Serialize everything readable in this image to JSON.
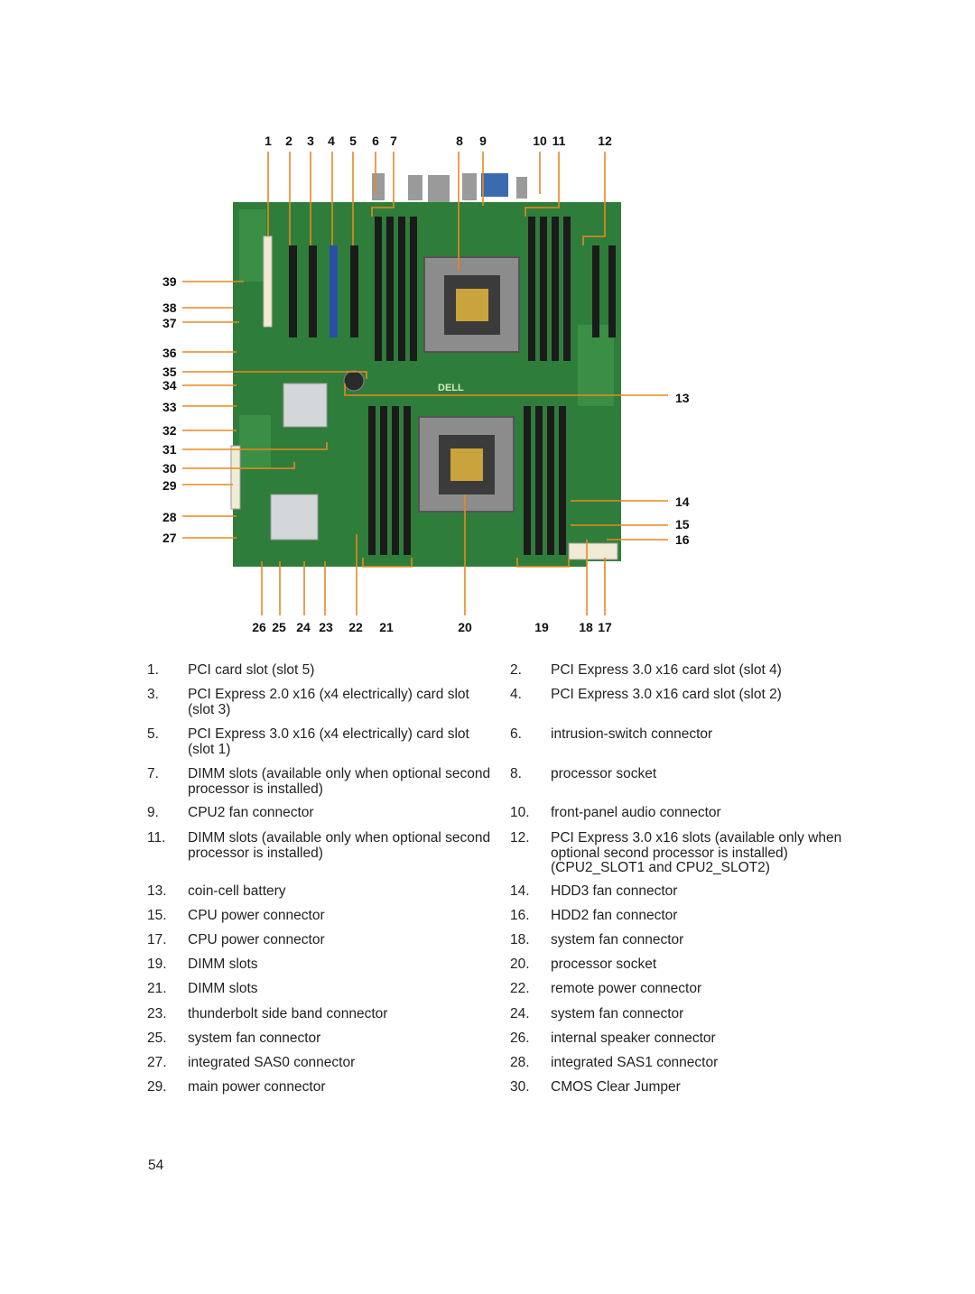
{
  "callouts": {
    "top": [
      "1",
      "2",
      "3",
      "4",
      "5",
      "6",
      "7",
      "8",
      "9",
      "10",
      "11",
      "12"
    ],
    "left": [
      "39",
      "38",
      "37",
      "36",
      "35",
      "34",
      "33",
      "32",
      "31",
      "30",
      "29",
      "28",
      "27"
    ],
    "right": [
      "13",
      "14",
      "15",
      "16"
    ],
    "bottom": [
      "26",
      "25",
      "24",
      "23",
      "22",
      "21",
      "20",
      "19",
      "18",
      "17"
    ]
  },
  "legend": [
    {
      "num": "1.",
      "text": "PCI card slot (slot 5)"
    },
    {
      "num": "2.",
      "text": "PCI Express 3.0 x16 card slot (slot 4)"
    },
    {
      "num": "3.",
      "text": "PCI Express 2.0 x16 (x4 electrically) card slot (slot 3)"
    },
    {
      "num": "4.",
      "text": "PCI Express 3.0 x16 card slot (slot 2)"
    },
    {
      "num": "5.",
      "text": "PCI Express 3.0 x16 (x4 electrically) card slot (slot 1)"
    },
    {
      "num": "6.",
      "text": "intrusion-switch connector"
    },
    {
      "num": "7.",
      "text": "DIMM slots (available only when optional second processor is installed)"
    },
    {
      "num": "8.",
      "text": "processor socket"
    },
    {
      "num": "9.",
      "text": "CPU2 fan connector"
    },
    {
      "num": "10.",
      "text": "front-panel audio connector"
    },
    {
      "num": "11.",
      "text": "DIMM slots (available only when optional second processor is installed)"
    },
    {
      "num": "12.",
      "text": "PCI Express 3.0 x16 slots (available only when optional second processor is installed) (CPU2_SLOT1 and CPU2_SLOT2)"
    },
    {
      "num": "13.",
      "text": "coin-cell battery"
    },
    {
      "num": "14.",
      "text": "HDD3 fan connector"
    },
    {
      "num": "15.",
      "text": "CPU power connector"
    },
    {
      "num": "16.",
      "text": "HDD2 fan connector"
    },
    {
      "num": "17.",
      "text": "CPU power connector"
    },
    {
      "num": "18.",
      "text": "system fan connector"
    },
    {
      "num": "19.",
      "text": "DIMM slots"
    },
    {
      "num": "20.",
      "text": "processor socket"
    },
    {
      "num": "21.",
      "text": "DIMM slots"
    },
    {
      "num": "22.",
      "text": "remote power connector"
    },
    {
      "num": "23.",
      "text": "thunderbolt side band connector"
    },
    {
      "num": "24.",
      "text": "system fan connector"
    },
    {
      "num": "25.",
      "text": "system fan connector"
    },
    {
      "num": "26.",
      "text": "internal speaker connector"
    },
    {
      "num": "27.",
      "text": "integrated SAS0 connector"
    },
    {
      "num": "28.",
      "text": "integrated SAS1 connector"
    },
    {
      "num": "29.",
      "text": "main power connector"
    },
    {
      "num": "30.",
      "text": "CMOS Clear Jumper"
    }
  ],
  "board_logo": "DELL",
  "page_number": "54",
  "colors": {
    "board": "#2f7d3a",
    "leader": "#e8891f",
    "slot": "#1b1b1b",
    "pcie_blue": "#2a4fa8"
  }
}
